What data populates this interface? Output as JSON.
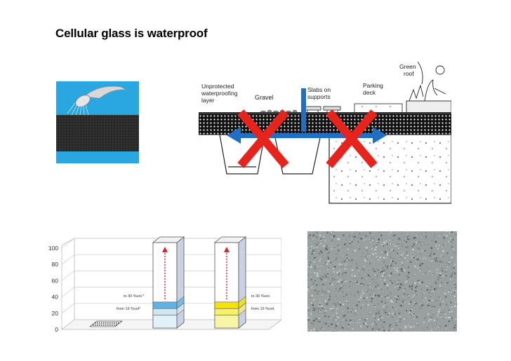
{
  "slide": {
    "title": "Cellular glass is waterproof"
  },
  "roof_diagram": {
    "labels": {
      "unprotected": [
        "Unprotected",
        "waterproofing",
        "layer"
      ],
      "gravel": "Gravel",
      "slabs": [
        "Slabs on",
        "supports"
      ],
      "parking": [
        "Parking",
        "deck"
      ],
      "green_roof": [
        "Green",
        "roof"
      ]
    },
    "arrow_color": "#1f6fc5",
    "cross_color": "#e8231c"
  },
  "chart_data": {
    "type": "bar",
    "yticks": [
      "100",
      "80",
      "60",
      "40",
      "20",
      "0"
    ],
    "ylim": [
      0,
      100
    ],
    "annotations": {
      "col1_upper": "to 30 %vol.*",
      "col1_lower": "from 16 %vol*",
      "col2_upper": "to 30 %vol.",
      "col2_lower": "from 16 %vol."
    },
    "columns": [
      {
        "segments": [
          {
            "from": 16,
            "to": 24,
            "color": "#cfe7f5"
          },
          {
            "from": 24,
            "to": 32,
            "color": "#5db3e4"
          }
        ],
        "top": 100
      },
      {
        "segments": [
          {
            "from": 16,
            "to": 24,
            "color": "#f6f06e"
          },
          {
            "from": 24,
            "to": 32,
            "color": "#f4e400"
          }
        ],
        "top": 100
      }
    ],
    "arrow_color": "#d9252a"
  }
}
